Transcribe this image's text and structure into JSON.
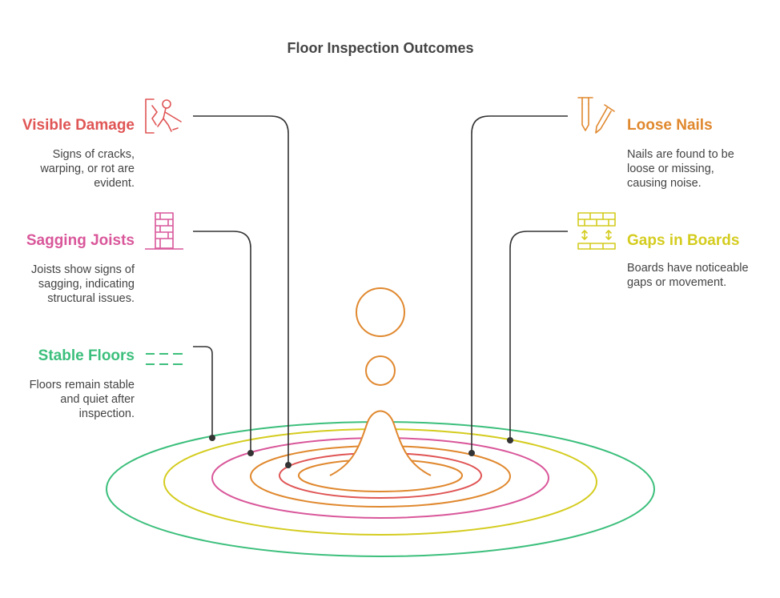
{
  "title": "Floor Inspection Outcomes",
  "colors": {
    "text": "#444444",
    "connector": "#333333",
    "visible_damage": "#e05555",
    "loose_nails": "#e0882e",
    "sagging_joists": "#d9579a",
    "gaps_in_boards": "#d4cc1f",
    "stable_floors": "#3cbf7c"
  },
  "items": {
    "visible_damage": {
      "heading": "Visible Damage",
      "description": "Signs of cracks, warping, or rot are evident.",
      "icon": "broken-floor-person-icon"
    },
    "sagging_joists": {
      "heading": "Sagging Joists",
      "description": "Joists show signs of sagging, indicating structural issues.",
      "icon": "sagging-joist-icon"
    },
    "stable_floors": {
      "heading": "Stable Floors",
      "description": "Floors remain stable and quiet after inspection.",
      "icon": "stable-lines-icon"
    },
    "loose_nails": {
      "heading": "Loose Nails",
      "description": "Nails are found to be loose or missing, causing noise.",
      "icon": "nails-icon"
    },
    "gaps_in_boards": {
      "heading": "Gaps in Boards",
      "description": "Boards have noticeable gaps or movement.",
      "icon": "floor-boards-gap-icon"
    }
  }
}
